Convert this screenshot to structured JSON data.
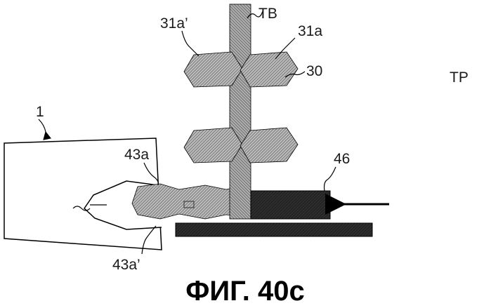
{
  "figure": {
    "caption": "ФИГ. 40с",
    "labels": {
      "tb": "TB",
      "l31a_prime": "31a’",
      "l31a": "31a",
      "l30": "30",
      "tp": "TP",
      "l1": "1",
      "l46": "46",
      "l43a": "43a",
      "l43a_prime": "43a’"
    }
  },
  "colors": {
    "stroke": "#000000",
    "hatch_bg": "#bdbdbd",
    "hatch_line": "#4d4d4d",
    "dark_block": "#2b2b2b"
  }
}
